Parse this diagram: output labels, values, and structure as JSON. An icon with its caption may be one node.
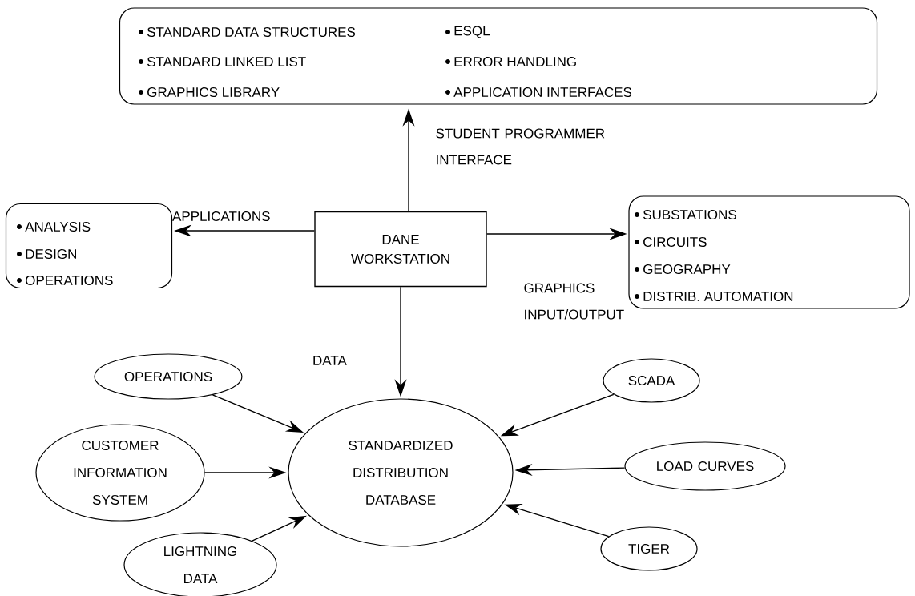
{
  "diagram": {
    "nodes": [
      {
        "text": [
          "STANDARD DATA STRUCTURES",
          "STANDARD LINKED LIST",
          "GRAPHICS LIBRARY",
          "ESQL",
          "ERROR HANDLING",
          "APPLICATION INTERFACES"
        ]
      },
      {
        "text": [
          "ANALYSIS",
          "DESIGN",
          "OPERATIONS"
        ]
      },
      {
        "text": [
          "DANE WORKSTATION"
        ]
      },
      {
        "text": [
          "SUBSTATIONS",
          "CIRCUITS",
          "GEOGRAPHY",
          "DISTRIB. AUTOMATION"
        ]
      },
      {
        "text": [
          "STANDARDIZED DISTRIBUTION DATABASE"
        ]
      },
      {
        "text": [
          "OPERATIONS"
        ]
      },
      {
        "text": [
          "CUSTOMER INFORMATION SYSTEM"
        ]
      },
      {
        "text": [
          "LIGHTNING DATA"
        ]
      },
      {
        "text": [
          "SCADA"
        ]
      },
      {
        "text": [
          "LOAD CURVES"
        ]
      },
      {
        "text": [
          "TIGER"
        ]
      }
    ],
    "edges": [
      {
        "from": 2,
        "to": 0,
        "arrow": "to",
        "label": "STUDENT PROGRAMMER INTERFACE"
      },
      {
        "from": 2,
        "to": 1,
        "arrow": "to",
        "label": "APPLICATIONS"
      },
      {
        "from": 2,
        "to": 3,
        "arrow": "to",
        "label": "GRAPHICS INPUT/OUTPUT"
      },
      {
        "from": 2,
        "to": 4,
        "arrow": "to",
        "label": "DATA"
      },
      {
        "from": 5,
        "to": 4,
        "arrow": "to"
      },
      {
        "from": 6,
        "to": 4,
        "arrow": "to"
      },
      {
        "from": 7,
        "to": 4,
        "arrow": "to"
      },
      {
        "from": 8,
        "to": 4,
        "arrow": "to"
      },
      {
        "from": 9,
        "to": 4,
        "arrow": "to"
      },
      {
        "from": 10,
        "to": 4,
        "arrow": "to"
      }
    ]
  }
}
